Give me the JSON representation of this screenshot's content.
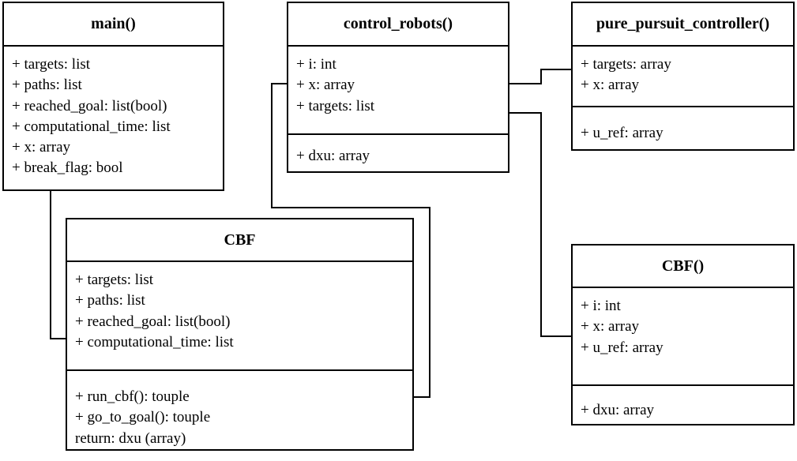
{
  "classes": {
    "main": {
      "title": "main()",
      "attributes": [
        "+ targets: list",
        "+ paths: list",
        "+ reached_goal: list(bool)",
        "+ computational_time: list",
        "+ x: array",
        "+ break_flag: bool"
      ],
      "methods": []
    },
    "control_robots": {
      "title": "control_robots()",
      "attributes": [
        "+ i: int",
        "+ x: array",
        "+ targets: list"
      ],
      "methods": [
        "+ dxu: array"
      ]
    },
    "pure_pursuit": {
      "title": "pure_pursuit_controller()",
      "attributes": [
        "+ targets: array",
        "+ x: array"
      ],
      "methods": [
        "+ u_ref: array"
      ]
    },
    "cbf_class": {
      "title": "CBF",
      "attributes": [
        "+ targets: list",
        "+ paths: list",
        "+ reached_goal: list(bool)",
        "+ computational_time: list"
      ],
      "methods": [
        "+ run_cbf(): touple",
        "+ go_to_goal(): touple",
        "return: dxu (array)"
      ]
    },
    "cbf_func": {
      "title": "CBF()",
      "attributes": [
        "+ i: int",
        "+ x: array",
        "+ u_ref: array"
      ],
      "methods": [
        "+ dxu: array"
      ]
    }
  }
}
